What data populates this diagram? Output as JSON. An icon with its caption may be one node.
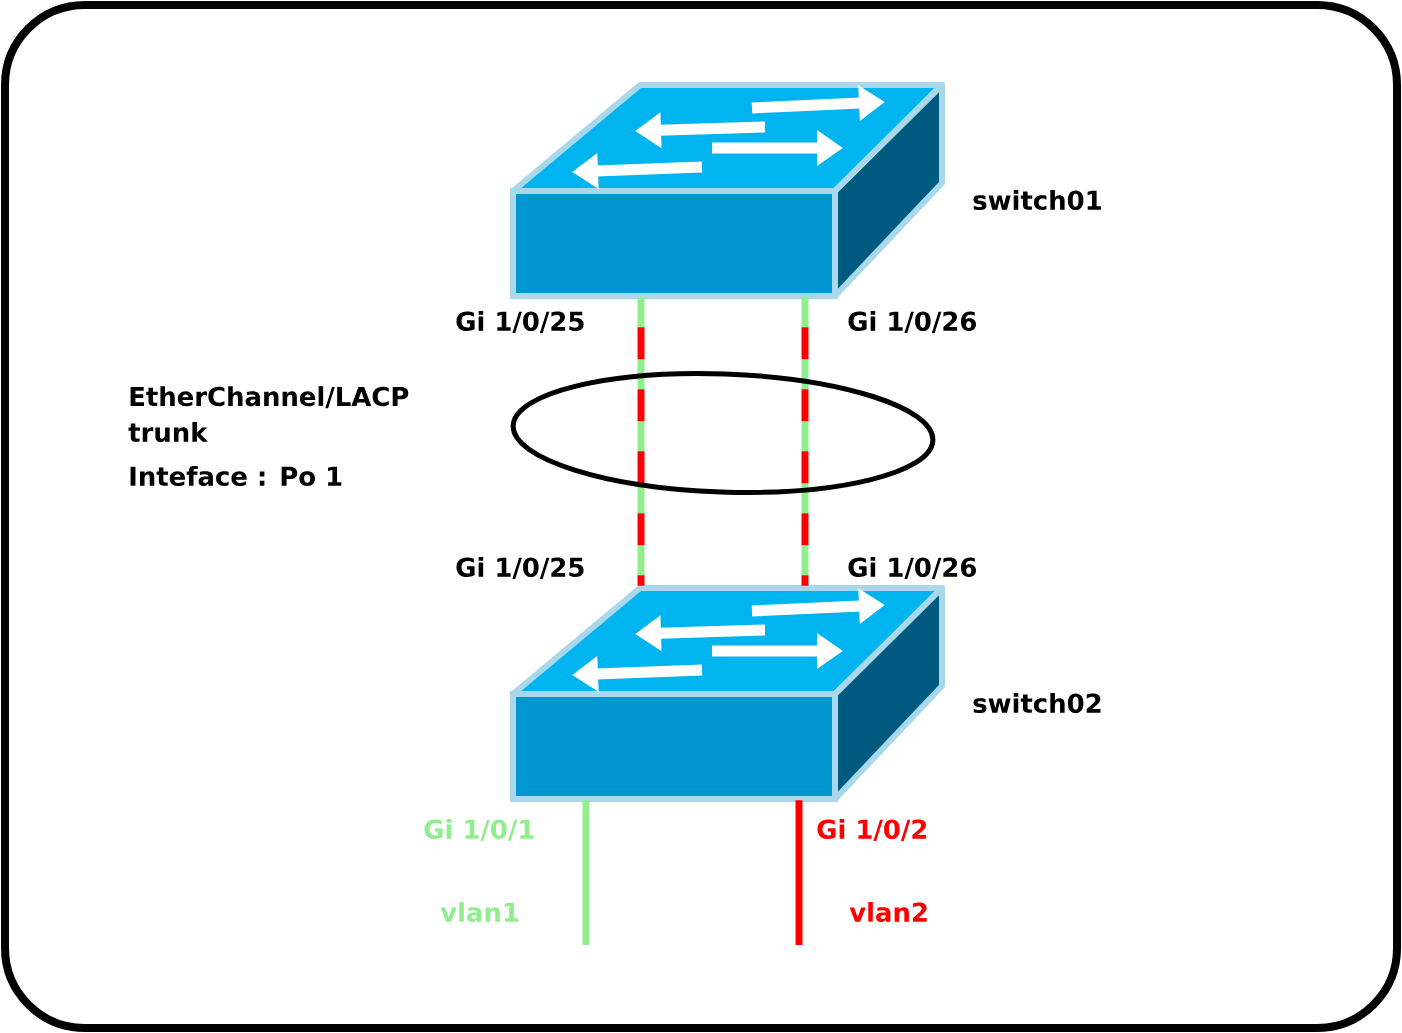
{
  "diagram": {
    "nodes": [
      {
        "text": [
          "switch01"
        ]
      },
      {
        "text": [
          "switch02"
        ]
      }
    ],
    "edges": [
      {
        "from": 0,
        "to": 1,
        "arrow": "none",
        "style": "dashed",
        "color": "#90ee90"
      },
      {
        "from": 0,
        "to": 1,
        "arrow": "none",
        "style": "dashed",
        "color": "#90ee90"
      },
      {
        "from": 1,
        "to": null,
        "arrow": "none",
        "color": "#90ee90"
      },
      {
        "from": 1,
        "to": null,
        "arrow": "none",
        "color": "#ff0000"
      }
    ],
    "labels": [
      "Gi 1/0/25",
      "Gi 1/0/26",
      "EtherChannel/LACP trunk",
      "Inteface : Po 1",
      "Gi 1/0/25",
      "Gi 1/0/26",
      "Gi 1/0/1",
      "Gi 1/0/2",
      "vlan1",
      "vlan2"
    ]
  }
}
